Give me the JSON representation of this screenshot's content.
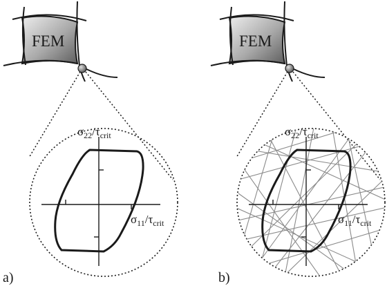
{
  "panels": [
    {
      "tag": "a)",
      "fem_label": "FEM",
      "y_axis": {
        "main": "σ",
        "sub_num": "22",
        "slash": "/τ",
        "sub_den": "crit"
      },
      "x_axis": {
        "main": "σ",
        "sub_num": "11",
        "slash": "/τ",
        "sub_den": "crit"
      }
    },
    {
      "tag": "b)",
      "fem_label": "FEM",
      "y_axis": {
        "main": "σ",
        "sub_num": "22",
        "slash": "/τ",
        "sub_den": "crit"
      },
      "x_axis": {
        "main": "σ",
        "sub_num": "11",
        "slash": "/τ",
        "sub_den": "crit"
      }
    }
  ],
  "colors": {
    "element_fill_light": "#e6e6e6",
    "element_fill_dark": "#6a6a6a",
    "line": "#1a1a1a",
    "yield_lines": "#8a8a8a"
  }
}
